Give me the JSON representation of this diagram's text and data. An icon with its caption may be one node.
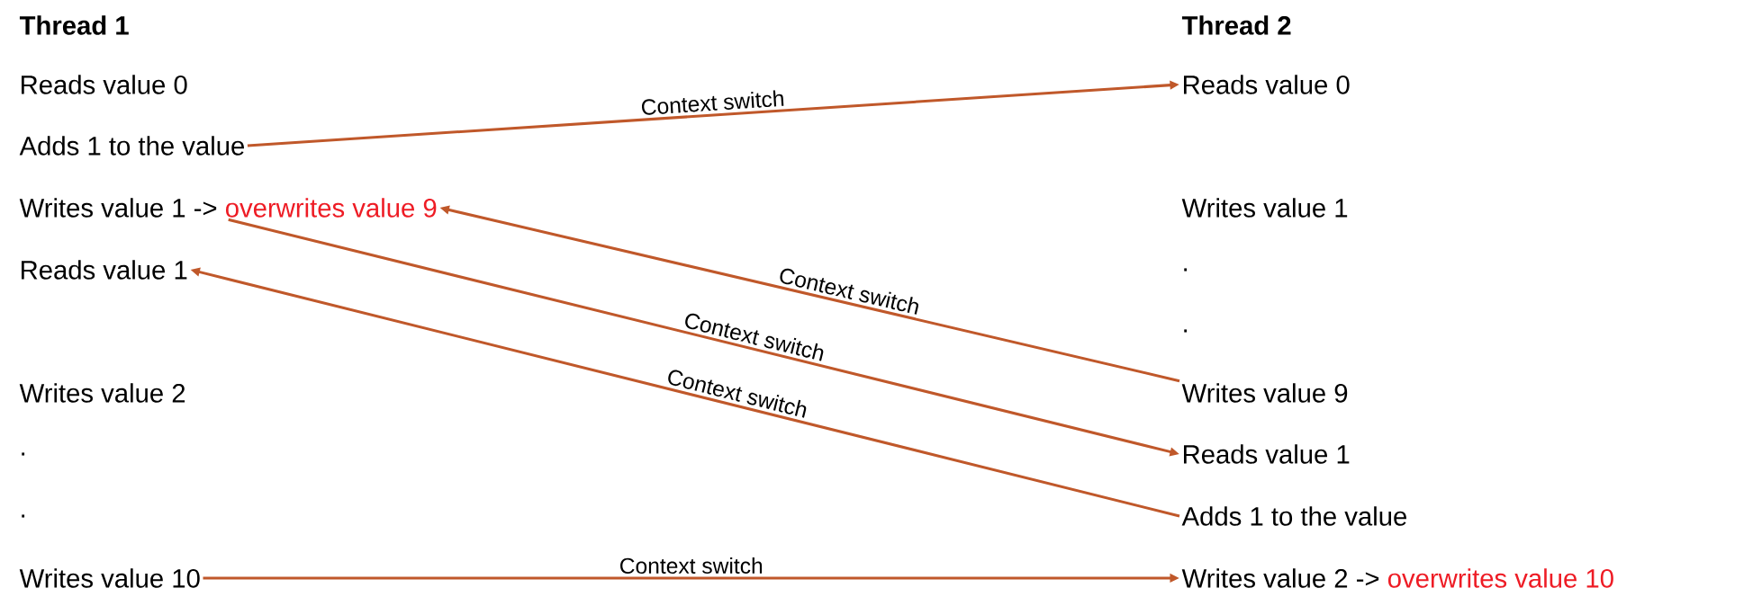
{
  "diagram": {
    "nodes": [
      {
        "text": [
          "Reads value 0"
        ]
      },
      {
        "text": [
          "Adds 1 to the value"
        ]
      },
      {
        "text": [
          "Writes value 1  ->",
          "overwrites value 9"
        ]
      },
      {
        "text": [
          "Reads value 1"
        ]
      },
      {
        "text": [
          "Writes value 9"
        ]
      },
      {
        "text": [
          "Reads value 1"
        ]
      },
      {
        "text": [
          "Adds 1 to the value"
        ]
      },
      {
        "text": [
          "Writes value 10"
        ]
      },
      {
        "text": [
          "Writes value 2  ->",
          "overwrites value 10"
        ]
      }
    ],
    "edges": [
      {
        "from": 1,
        "to": 0,
        "arrow": "to",
        "label": "Context switch"
      },
      {
        "from": 4,
        "to": 2,
        "arrow": "to",
        "label": "Context switch"
      },
      {
        "from": 2,
        "to": 5,
        "arrow": "to",
        "label": "Context switch"
      },
      {
        "from": 6,
        "to": 3,
        "arrow": "to",
        "label": "Context switch"
      },
      {
        "from": 7,
        "to": 8,
        "arrow": "to",
        "label": "Context switch"
      }
    ],
    "labels": [
      "Thread 1",
      "Thread 2",
      "Reads value 0",
      "Writes value 1",
      ".",
      ".",
      "Writes value 2",
      ".",
      "."
    ]
  }
}
